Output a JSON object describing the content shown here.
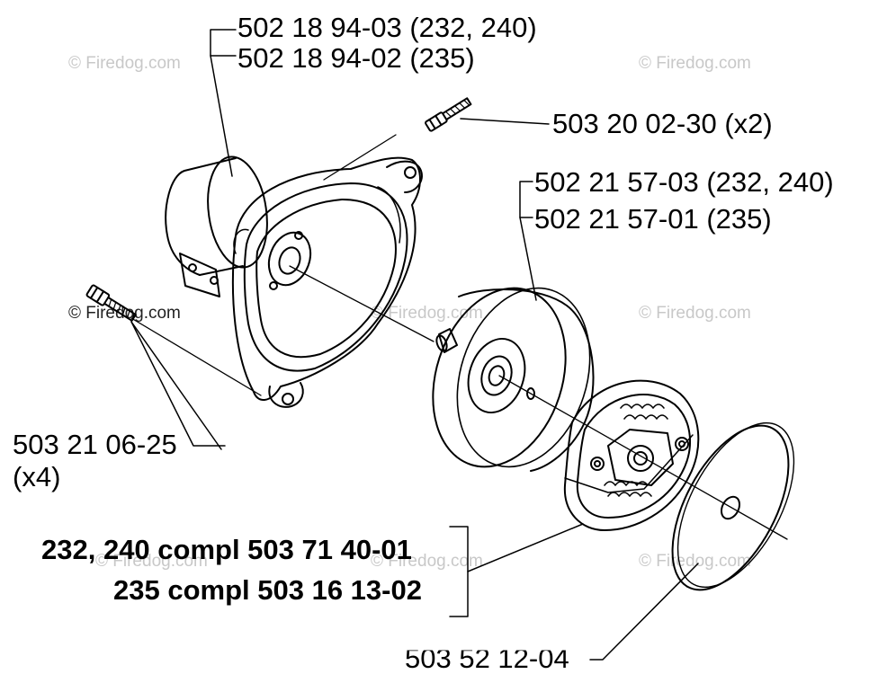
{
  "watermark": {
    "text": "© Firedog.com"
  },
  "parts": {
    "housing_a": "502 18 94-03 (232, 240)",
    "housing_b": "502 18 94-02 (235)",
    "screw_x2": "503 20 02-30 (x2)",
    "drum_a": "502 21 57-03 (232, 240)",
    "drum_b": "502 21 57-01 (235)",
    "screw_x4_line1": "503 21 06-25",
    "screw_x4_line2": "(x4)",
    "clutch_a": "232, 240 compl 503 71 40-01",
    "clutch_b": "235 compl 503 16 13-02",
    "washer": "503 52 12-04"
  },
  "colors": {
    "line": "#000000",
    "watermark": "#c8c8c8",
    "background": "#ffffff"
  }
}
